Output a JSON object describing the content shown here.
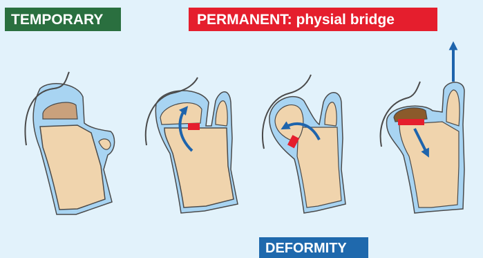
{
  "labels": {
    "temporary": "TEMPORARY",
    "permanent": "PERMANENT:  physial bridge",
    "deformity": "DEFORMITY"
  },
  "colors": {
    "background": "#e2f2fb",
    "temporary_bg": "#2a6f3f",
    "permanent_bg": "#e51e2d",
    "deformity_bg": "#1f69ad",
    "bone_fill": "#f0d4ad",
    "cartilage": "#a8d4f2",
    "physeal_bar": "#e51e2d",
    "arrow": "#1e64ac",
    "outline": "#4a4a4a",
    "necrotic_cap": "#8b5a2b",
    "damaged_cap": "#c9a17c"
  },
  "figures": [
    {
      "name": "temporary",
      "physeal_bar": false,
      "arrow": "none"
    },
    {
      "name": "bridge-rotation-up",
      "physeal_bar": true,
      "arrow": "curved-up"
    },
    {
      "name": "bridge-rotation-left",
      "physeal_bar": true,
      "arrow": "curved-left"
    },
    {
      "name": "bridge-growth-arrest",
      "physeal_bar": true,
      "arrow": "up-and-down"
    }
  ]
}
